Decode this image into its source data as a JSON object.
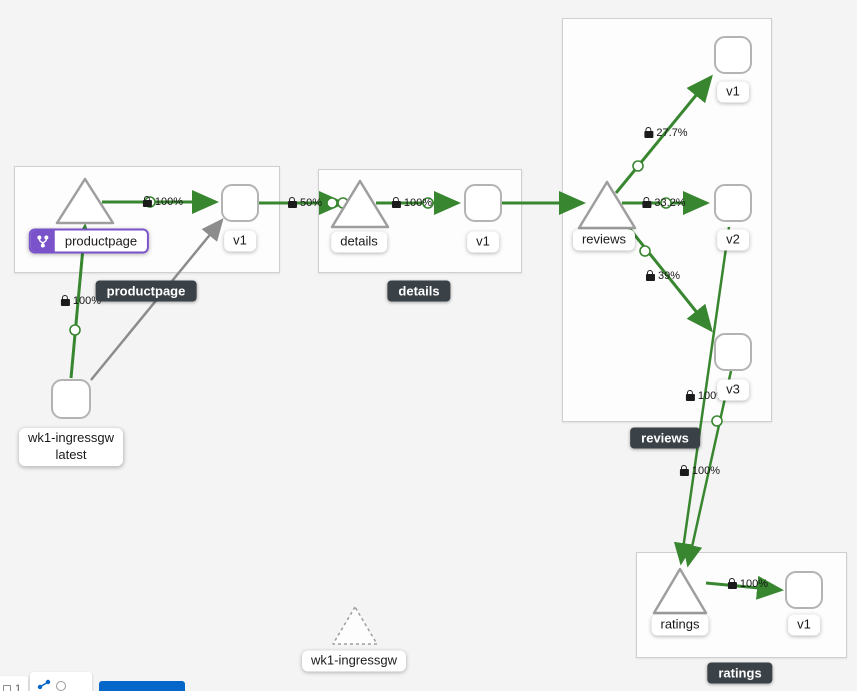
{
  "colors": {
    "background": "#f4f4f4",
    "box_fill": "#fdfdfd",
    "box_border": "#cfcfcf",
    "edge_green": "#38862f",
    "edge_gray": "#8c8c8c",
    "node_border": "#a8a8a8",
    "group_chip_bg": "#3a4147",
    "app_purple": "#7a52c9",
    "primary_blue": "#0466c8"
  },
  "groups": {
    "productpage": {
      "label": "productpage"
    },
    "details": {
      "label": "details"
    },
    "reviews": {
      "label": "reviews"
    },
    "ratings": {
      "label": "ratings"
    }
  },
  "nodes": {
    "productpage": {
      "label": "productpage"
    },
    "productpage_v1": {
      "label": "v1"
    },
    "details": {
      "label": "details"
    },
    "details_v1": {
      "label": "v1"
    },
    "reviews": {
      "label": "reviews"
    },
    "reviews_v1": {
      "label": "v1"
    },
    "reviews_v2": {
      "label": "v2"
    },
    "reviews_v3": {
      "label": "v3"
    },
    "ratings": {
      "label": "ratings"
    },
    "ratings_v1": {
      "label": "v1"
    },
    "ingress_workload": {
      "label_line1": "wk1-ingressgw",
      "label_line2": "latest"
    },
    "idle_service": {
      "label": "wk1-ingressgw"
    }
  },
  "edge_labels": {
    "ingress_to_productpage": "100%",
    "productpage_to_v1": "100%",
    "productpage_v1_to_details": "50%",
    "details_to_v1": "100%",
    "reviews_to_v1": "27.7%",
    "reviews_to_v2": "33.2%",
    "reviews_to_v3": "39%",
    "reviews_v3_to_ratings": "100%",
    "reviews_v2_to_ratings": "100%",
    "ratings_to_v1": "100%"
  },
  "toolbar": {
    "chip1_count": "1"
  }
}
